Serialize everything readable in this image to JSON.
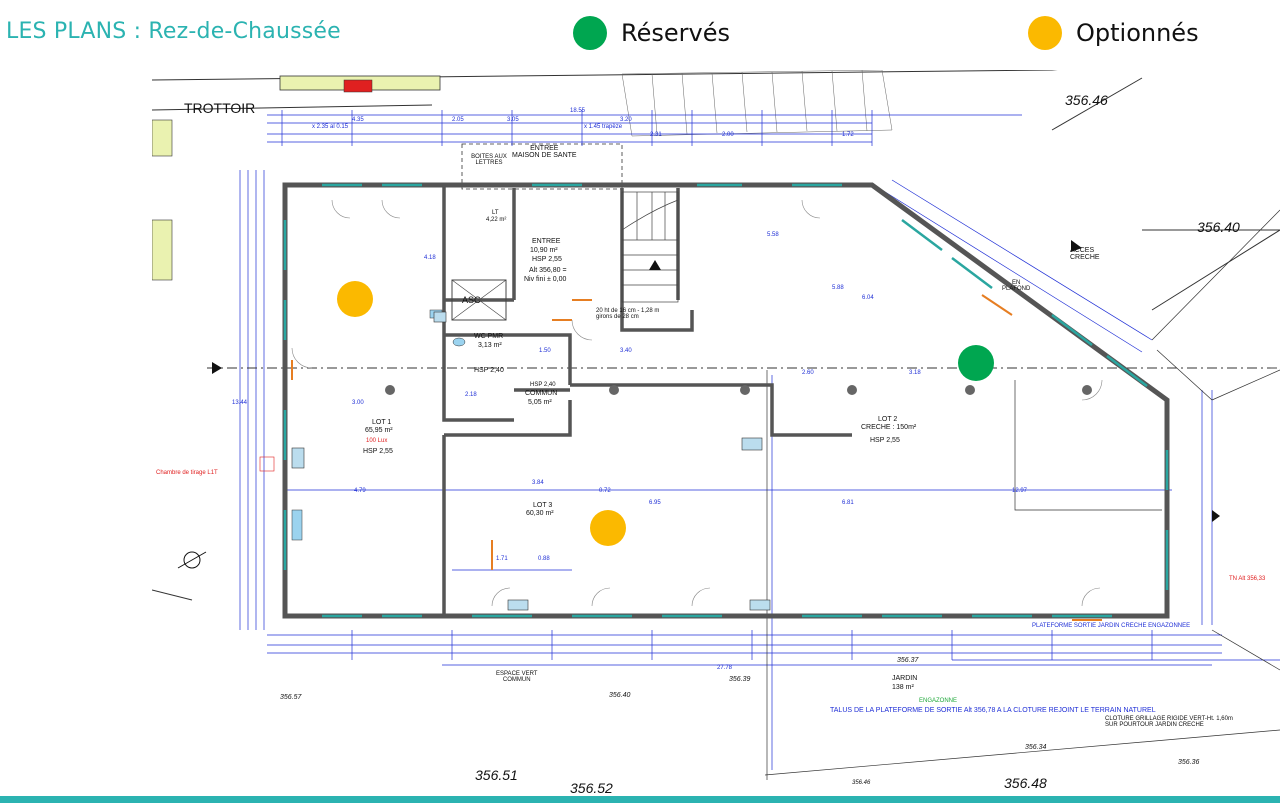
{
  "header": {
    "title": "LES PLANS : Rez-de-Chaussée"
  },
  "legend": [
    {
      "label": "Réservés",
      "color": "#00a650"
    },
    {
      "label": "Optionnés",
      "color": "#fbb900"
    }
  ],
  "colors": {
    "accent": "#2bb3b1",
    "wall": "#555555",
    "dimension": "#1f2fd6",
    "window": "#2aa6a0",
    "note": "#e02020"
  },
  "plan": {
    "trottoir": "TROTTOIR",
    "alt_labels": [
      "356.46",
      "356.40",
      "356.37",
      "356.39",
      "356.40",
      "356.57",
      "356.51",
      "356.52",
      "356.48",
      "356.34",
      "356.36",
      "356.46"
    ],
    "entree_maison": "ENTREE\nMAISON DE SANTE",
    "boites": "BOITES AUX LETTRES",
    "entree": {
      "name": "ENTREE",
      "area": "10,90 m²",
      "hsp": "HSP 2,55",
      "alt": "Alt 356,80 =",
      "niv": "Niv fini ± 0,00"
    },
    "lt": {
      "name": "LT",
      "area": "4,22 m²"
    },
    "asc": "ASC",
    "wc": {
      "name": "WC PMR",
      "area": "3,13 m²",
      "hsp": "HSP 2,40"
    },
    "commun": {
      "hsp": "HSP 2,40",
      "name": "COMMUN",
      "area": "5,05 m²"
    },
    "lot1": {
      "name": "LOT 1",
      "area": "65,95 m²",
      "lux": "100 Lux",
      "hsp": "HSP 2,55"
    },
    "lot2": {
      "name": "LOT 2",
      "desc": "CRECHE : 150m²",
      "hsp": "HSP 2,55"
    },
    "lot3": {
      "name": "LOT 3",
      "area": "60,30 m²"
    },
    "acces_creche": "ACCES\nCRECHE",
    "espace_vert": "ESPACE VERT\nCOMMUN",
    "jardin": {
      "name": "JARDIN",
      "area": "138 m²"
    },
    "engazonne": "ENGAZONNE",
    "talus": "TALUS DE LA PLATEFORME DE SORTIE Alt 356,78   A LA CLOTURE REJOINT LE TERRAIN NATUREL",
    "cloture": "CLOTURE GRILLAGE RIGIDE VERT-Ht. 1,60m\nSUR POURTOUR JARDIN CRECHE",
    "plateforme": "PLATEFORME SORTIE JARDIN CRECHE ENGAZONNEE",
    "chambre": "Chambre de tirage L1T",
    "tn_alt": "TN Alt 356,33",
    "en_plafond": "EN\nPLAFOND",
    "stair": "20 ht de 16 cm - 1,28 m\ngirons de 28 cm",
    "dims_top": [
      "4.35",
      "2.05",
      "3.05",
      "18.55",
      "3.20",
      "2.31",
      "2.00",
      "1.72"
    ],
    "dims_other": [
      "x 2.35 al 0.15",
      "x 1.45 trapèze",
      "3.00",
      "4.79",
      "0.72",
      "12.97",
      "27.78",
      "13.44",
      "6.95",
      "6.81",
      "2.60",
      "3.18",
      "1.71",
      "0.88",
      "2.18",
      "3.84",
      "5.58",
      "5.88",
      "6.04",
      "4.18",
      "1.50",
      "3.40"
    ]
  }
}
